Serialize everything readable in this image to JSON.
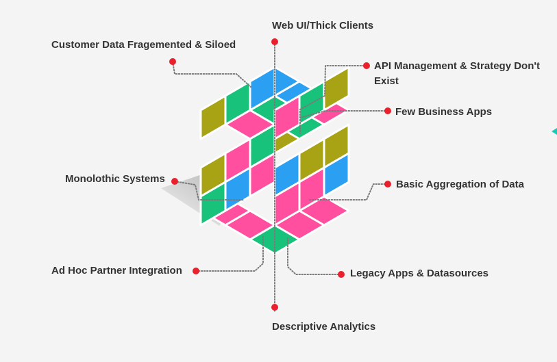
{
  "colors": {
    "pink": "#ff4f9e",
    "green": "#19c27a",
    "blue": "#2b9ff2",
    "olive": "#a8a314",
    "dark": "#1e2c36",
    "dot": "#e8212c",
    "line": "#7a7a7a",
    "text": "#333333",
    "accent": "#1fc7b9"
  },
  "labels": {
    "web_ui": "Web UI/Thick Clients",
    "customer_data": "Customer Data Fragemented & Siloed",
    "api_management": "API Management & Strategy Don't Exist",
    "few_business_apps": "Few Business Apps",
    "monolithic": "Monolothic Systems",
    "basic_aggregation": "Basic Aggregation of Data",
    "ad_hoc": "Ad Hoc Partner Integration",
    "legacy_apps": "Legacy Apps & Datasources",
    "descriptive": "Descriptive Analytics"
  }
}
